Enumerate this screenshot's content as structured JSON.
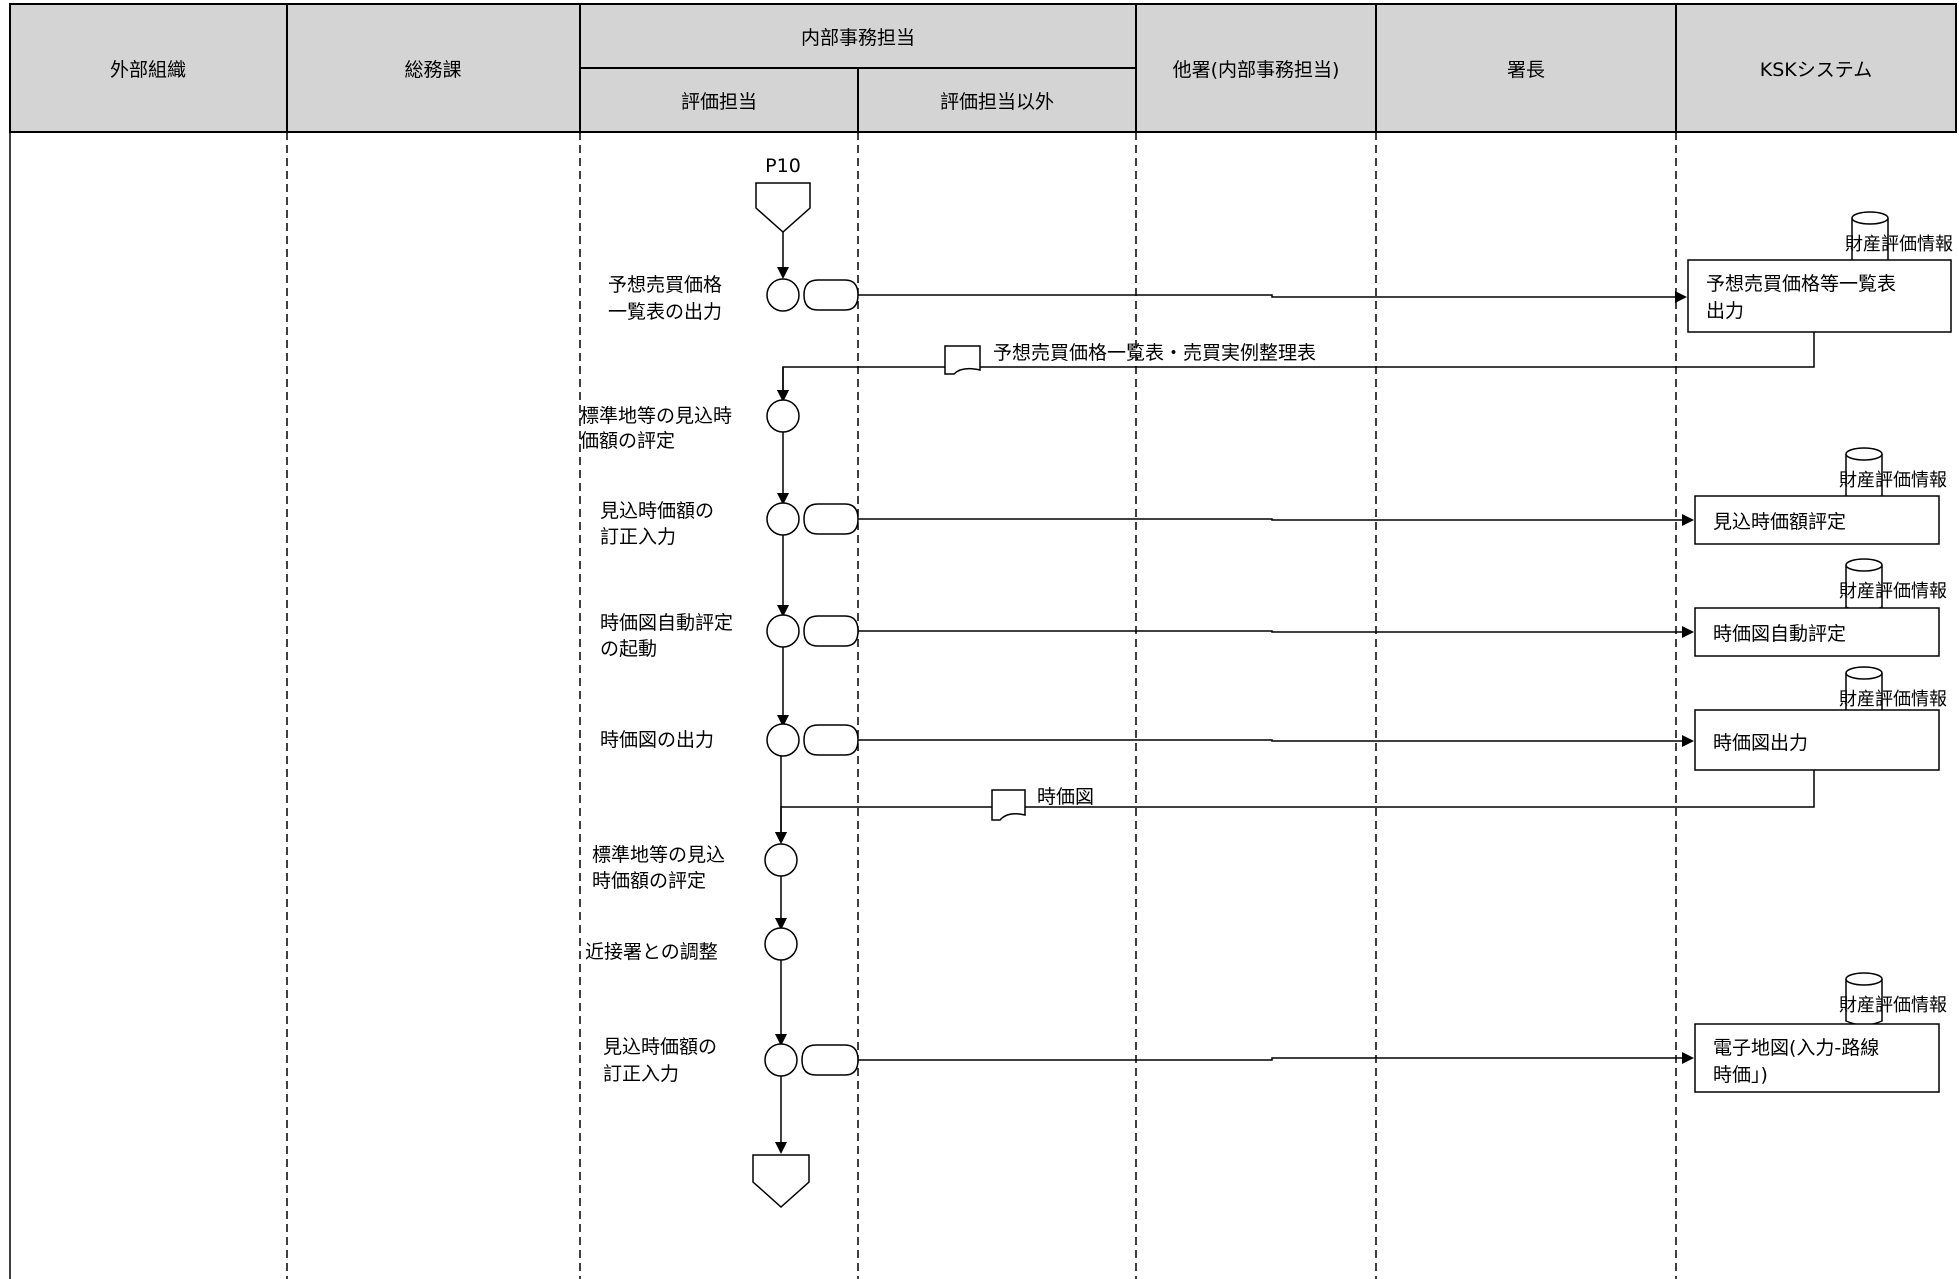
{
  "header": {
    "lanes": {
      "external": "外部組織",
      "general_affairs": "総務課",
      "internal_affairs": "内部事務担当",
      "evaluator": "評価担当",
      "non_evaluator": "評価担当以外",
      "other_office": "他署(内部事務担当)",
      "chief": "署長",
      "ksk": "KSKシステム"
    }
  },
  "connector_top": "P10",
  "steps": {
    "s1": [
      "予想売買価格",
      "一覧表の出力"
    ],
    "s2": [
      "標準地等の見込時",
      "価額の評定"
    ],
    "s3": [
      "見込時価額の",
      "訂正入力"
    ],
    "s4": [
      "時価図自動評定",
      "の起動"
    ],
    "s5": [
      "時価図の出力"
    ],
    "s6": [
      "標準地等の見込",
      "時価額の評定"
    ],
    "s7": [
      "近接署との調整"
    ],
    "s8": [
      "見込時価額の",
      "訂正入力"
    ]
  },
  "system_boxes": {
    "b1": [
      "予想売買価格等一覧表",
      "出力"
    ],
    "b2": [
      "見込時価額評定"
    ],
    "b3": [
      "時価図自動評定"
    ],
    "b4": [
      "時価図出力"
    ],
    "b5": [
      "電子地図(入力-路線",
      "時価」)"
    ]
  },
  "database_label": "財産評価情報",
  "documents": {
    "d1": "予想売買価格一覧表・売買実例整理表",
    "d2": "時価図"
  }
}
